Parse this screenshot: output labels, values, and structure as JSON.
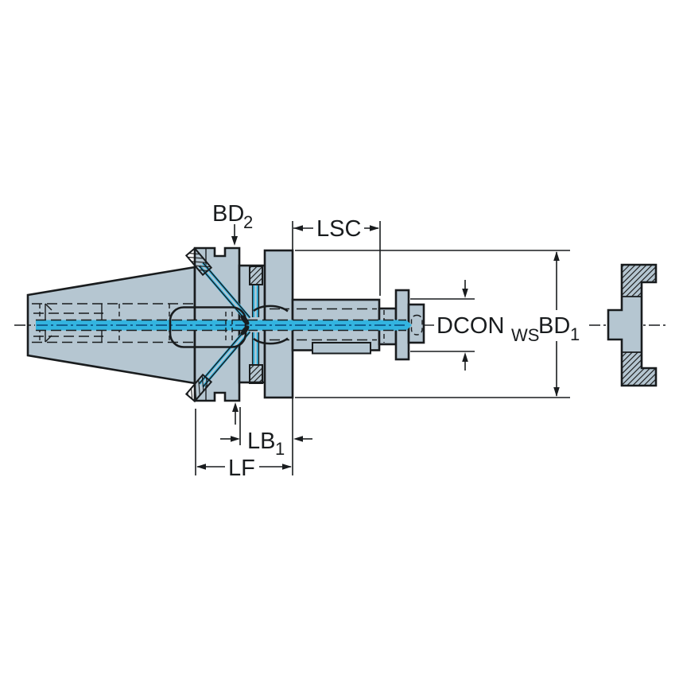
{
  "drawing": {
    "labels": {
      "bd2": {
        "main": "BD",
        "sub": "2"
      },
      "lsc": "LSC",
      "dcon_ws": {
        "main": "DCON",
        "sub": "WS"
      },
      "bd1": {
        "main": "BD",
        "sub": "1"
      },
      "lb1": {
        "main": "LB",
        "sub": "1"
      },
      "lf": "LF"
    },
    "colors": {
      "background": "#ffffff",
      "body_fill": "#b5c6d1",
      "outline": "#191c1e",
      "coolant_cyan": "#33b4e0",
      "coolant_dark": "#135f90",
      "hatch_ink": "#141414"
    }
  }
}
